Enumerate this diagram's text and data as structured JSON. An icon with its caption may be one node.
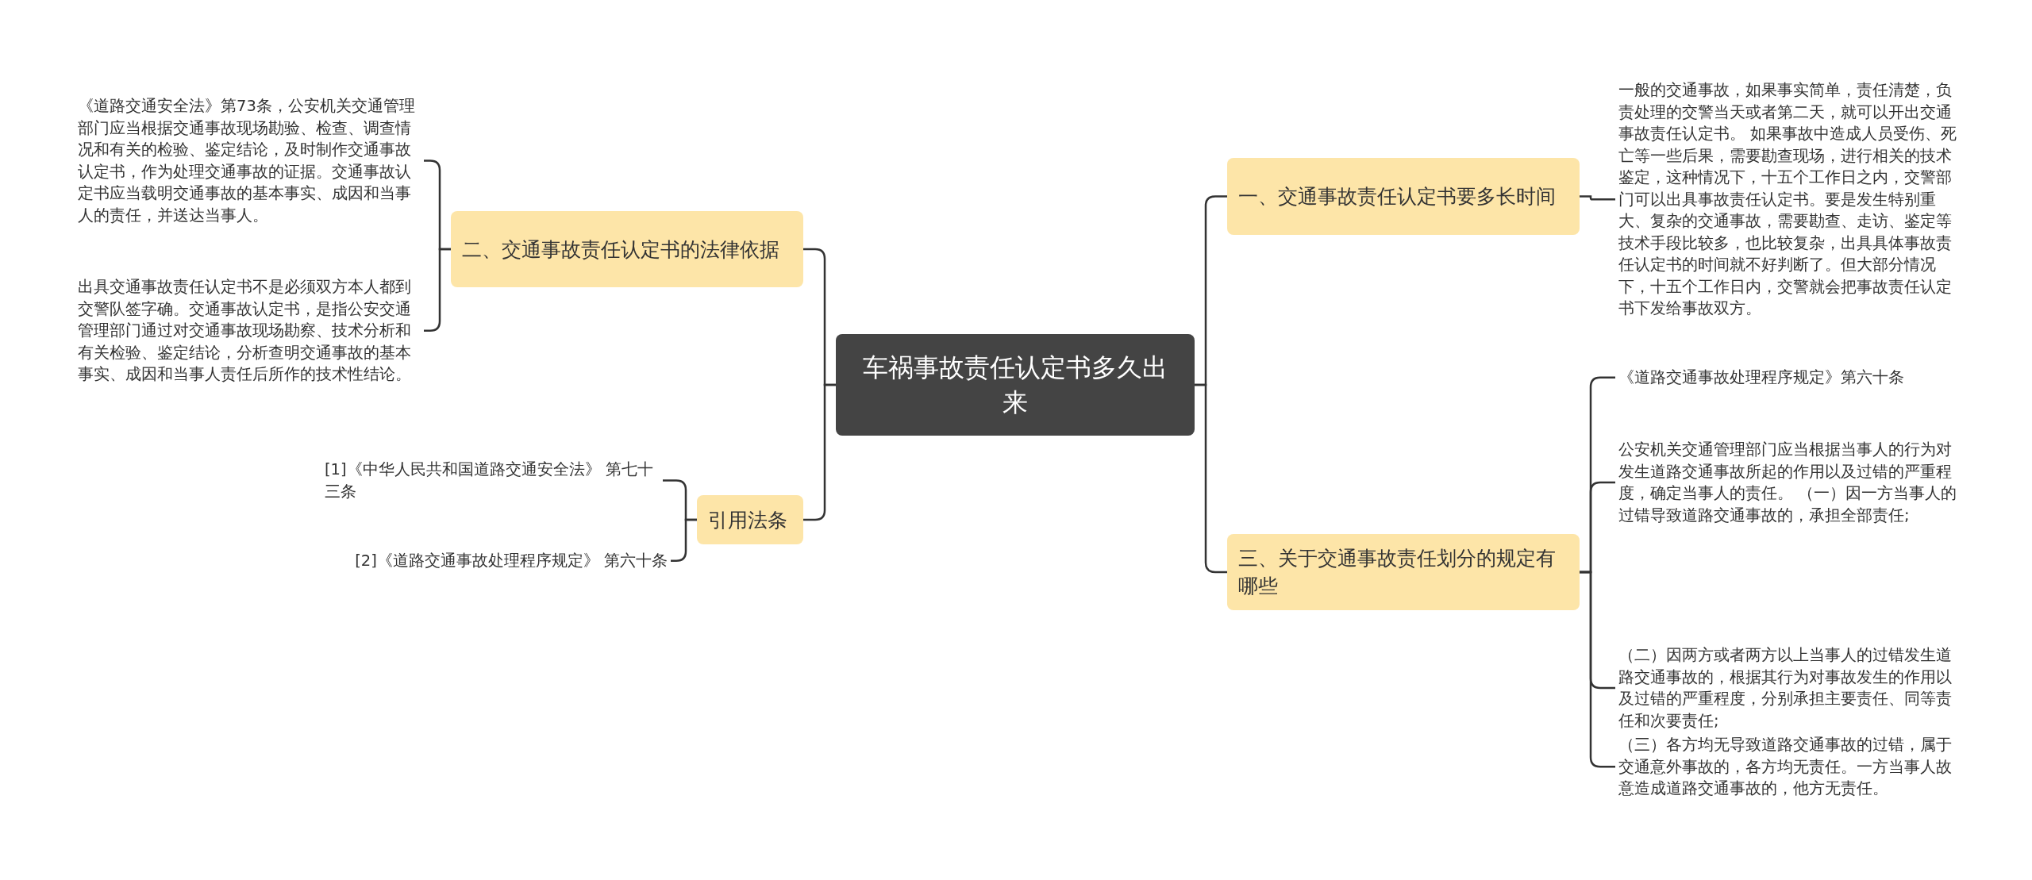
{
  "diagram": {
    "nodes": [
      {
        "text": [
          "车祸事故责任认定书多久出来"
        ]
      },
      {
        "text": [
          "一、交通事故责任认定书要多长时间"
        ]
      },
      {
        "text": [
          "一般的交通事故，如果事实简单，责任清楚，负责处理的交警当天或者第二天，就可以开出交通事故责任认定书。 如果事故中造成人员受伤、死亡等一些后果，需要勘查现场，进行相关的技术鉴定，这种情况下，十五个工作日之内，交警部门可以出具事故责任认定书。要是发生特别重大、复杂的交通事故，需要勘查、走访、鉴定等技术手段比较多，也比较复杂，出具具体事故责任认定书的时间就不好判断了。但大部分情况下，十五个工作日内，交警就会把事故责任认定书下发给事故双方。"
        ]
      },
      {
        "text": [
          "三、关于交通事故责任划分的规定有哪些"
        ]
      },
      {
        "text": [
          "《道路交通事故处理程序规定》第六十条"
        ]
      },
      {
        "text": [
          "公安机关交通管理部门应当根据当事人的行为对发生道路交通事故所起的作用以及过错的严重程度，确定当事人的责任。 （一）因一方当事人的过错导致道路交通事故的，承担全部责任;"
        ]
      },
      {
        "text": [
          "（二）因两方或者两方以上当事人的过错发生道路交通事故的，根据其行为对事故发生的作用以及过错的严重程度，分别承担主要责任、同等责任和次要责任;"
        ]
      },
      {
        "text": [
          "（三）各方均无导致道路交通事故的过错，属于交通意外事故的，各方均无责任。一方当事人故意造成道路交通事故的，他方无责任。"
        ]
      },
      {
        "text": [
          "二、交通事故责任认定书的法律依据"
        ]
      },
      {
        "text": [
          "《道路交通安全法》第73条，公安机关交通管理部门应当根据交通事故现场勘验、检查、调查情况和有关的检验、鉴定结论，及时制作交通事故认定书，作为处理交通事故的证据。交通事故认定书应当载明交通事故的基本事实、成因和当事人的责任，并送达当事人。"
        ]
      },
      {
        "text": [
          "出具交通事故责任认定书不是必须双方本人都到交警队签字确。交通事故认定书，是指公安交通管理部门通过对交通事故现场勘察、技术分析和有关检验、鉴定结论，分析查明交通事故的基本事实、成因和当事人责任后所作的技术性结论。"
        ]
      },
      {
        "text": [
          "引用法条"
        ]
      },
      {
        "text": [
          "[1]《中华人民共和国道路交通安全法》 第七十三条"
        ]
      },
      {
        "text": [
          "[2]《道路交通事故处理程序规定》 第六十条"
        ]
      }
    ],
    "edges": [
      {
        "from": 0,
        "to": 1,
        "arrow": "none"
      },
      {
        "from": 1,
        "to": 2,
        "arrow": "none"
      },
      {
        "from": 0,
        "to": 3,
        "arrow": "none"
      },
      {
        "from": 3,
        "to": 4,
        "arrow": "none"
      },
      {
        "from": 3,
        "to": 5,
        "arrow": "none"
      },
      {
        "from": 3,
        "to": 6,
        "arrow": "none"
      },
      {
        "from": 3,
        "to": 7,
        "arrow": "none"
      },
      {
        "from": 0,
        "to": 8,
        "arrow": "none"
      },
      {
        "from": 8,
        "to": 9,
        "arrow": "none"
      },
      {
        "from": 8,
        "to": 10,
        "arrow": "none"
      },
      {
        "from": 0,
        "to": 11,
        "arrow": "none"
      },
      {
        "from": 11,
        "to": 12,
        "arrow": "none"
      },
      {
        "from": 11,
        "to": 13,
        "arrow": "none"
      }
    ]
  }
}
